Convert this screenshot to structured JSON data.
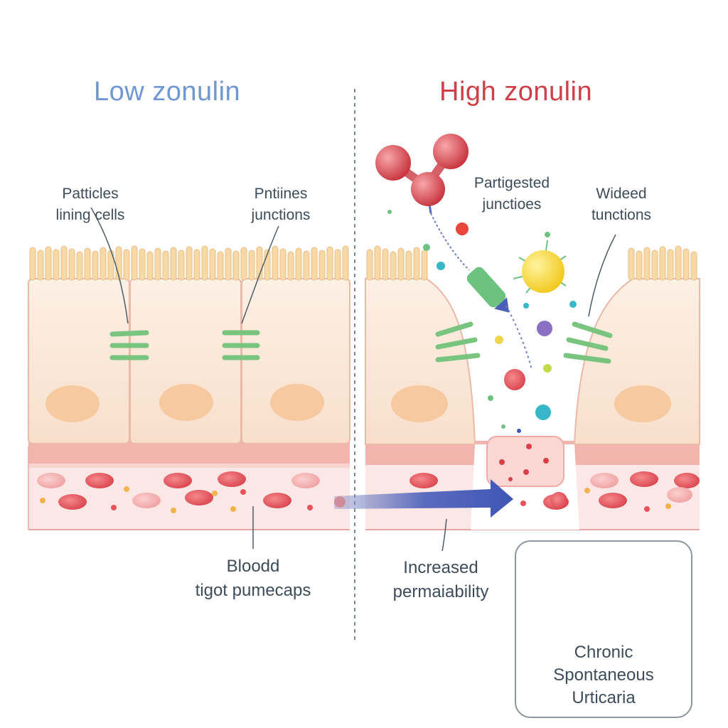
{
  "titles": {
    "left": "Low zonulin",
    "right": "High zonulin"
  },
  "labels": {
    "particles_lining": [
      "Patticles",
      "lining cells"
    ],
    "intact_junctions": [
      "Pntiines",
      "junctions"
    ],
    "partigested_junctions": [
      "Partigested",
      "junctioes"
    ],
    "widened_junctions": [
      "Wideed",
      "tunctions"
    ],
    "blood_capillaries": [
      "Bloodd",
      "tigot pumecaps"
    ],
    "increased_permeability": [
      "Increased",
      "permaiability"
    ],
    "condition": [
      "Chronic",
      "Spontaneous",
      "Urticaria"
    ]
  },
  "colors": {
    "low_title": "#6f98d2",
    "high_title": "#cf3f47",
    "cell_fill": "#fbe6d6",
    "junction": "#79c47f",
    "nucleus": "#f7c9a0",
    "blood_cell": "#e8525a",
    "arrow": "#4a5fb5"
  }
}
